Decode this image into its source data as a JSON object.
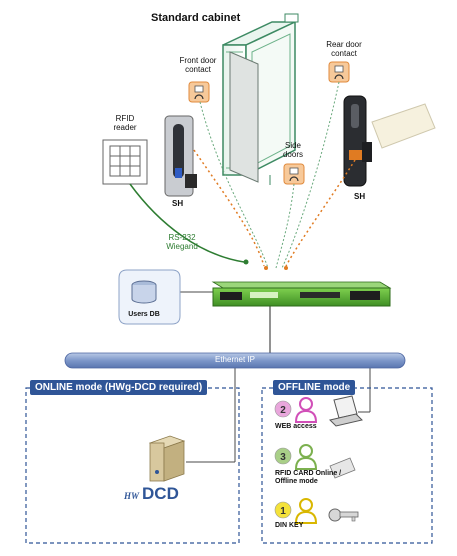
{
  "title": "Standard cabinet",
  "labels": {
    "front_door_contact": "Front door contact",
    "rear_door_contact": "Rear door contact",
    "side_doors": "Side doors",
    "rfid_reader": "RFID reader",
    "sh_left": "SH",
    "sh_right": "SH",
    "rs232_wiegand": "RS-232 Wiegand",
    "users_db": "Users DB",
    "ethernet": "Ethernet IP"
  },
  "online_mode": {
    "title": "ONLINE mode (HWg-DCD required)",
    "logo_prefix": "HW",
    "logo_text": "DCD"
  },
  "offline_mode": {
    "title": "OFFLINE mode",
    "items": [
      {
        "number": "2",
        "label": "WEB access",
        "color": "#e9a6dc"
      },
      {
        "number": "3",
        "label": "RFID CARD Online / Offline mode",
        "color": "#a9cf88"
      },
      {
        "number": "1",
        "label": "DIN KEY",
        "color": "#f4e23a"
      }
    ]
  },
  "colors": {
    "accent_blue": "#2f5597",
    "cabinet_green": "#6db28a",
    "device_green": "#5fb637",
    "sensor_orange": "#f7c99a"
  }
}
